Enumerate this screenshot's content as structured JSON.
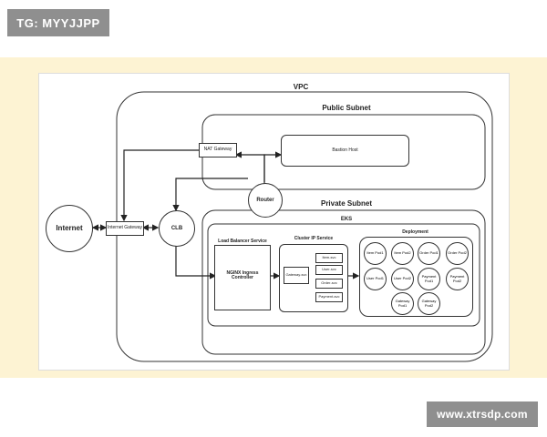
{
  "watermark_top": "TG: MYYJJPP",
  "watermark_bottom": "www.xtrsdp.com",
  "diagram": {
    "vpc": "VPC",
    "public_subnet": "Public Subnet",
    "private_subnet": "Private Subnet",
    "eks": "EKS",
    "nat_gateway": "NAT Gateway",
    "bastion_host": "Bastion Host",
    "router": "Router",
    "internet": "Internet",
    "internet_gateway": "Internet Gateway",
    "clb": "CLB",
    "load_balancer_service": "Load Balancer Service",
    "nginx_ingress": "NGINX Ingress Controller",
    "cluster_ip_service": "Cluster IP Service",
    "gateway_svc": "Gateway-svc",
    "item_svc": "Item-svc",
    "user_svc": "User-svc",
    "order_svc": "Order-svc",
    "payment_svc": "Payment-svc",
    "deployment": "Deployment",
    "pods": [
      "Item Pod1",
      "Item Pod2",
      "Order Pod1",
      "Order Pod2",
      "User Pod1",
      "User Pod2",
      "Payment Pod1",
      "Payment Pod2",
      "Gateway Pod1",
      "Gateway Pod2"
    ]
  },
  "colors": {
    "background_band": "#fdf3d3",
    "watermark_bg": "#8f8f8f",
    "line": "#222222"
  }
}
